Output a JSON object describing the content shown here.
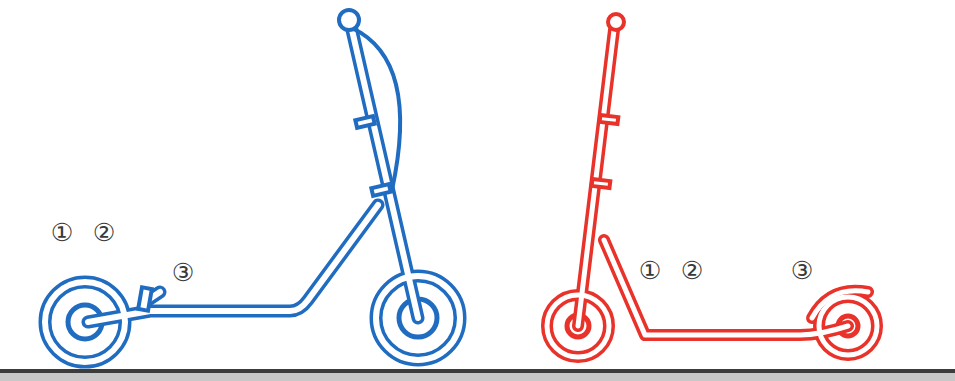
{
  "diagram": {
    "labels": [
      "①",
      "②",
      "③",
      "①",
      "②",
      "③"
    ]
  }
}
